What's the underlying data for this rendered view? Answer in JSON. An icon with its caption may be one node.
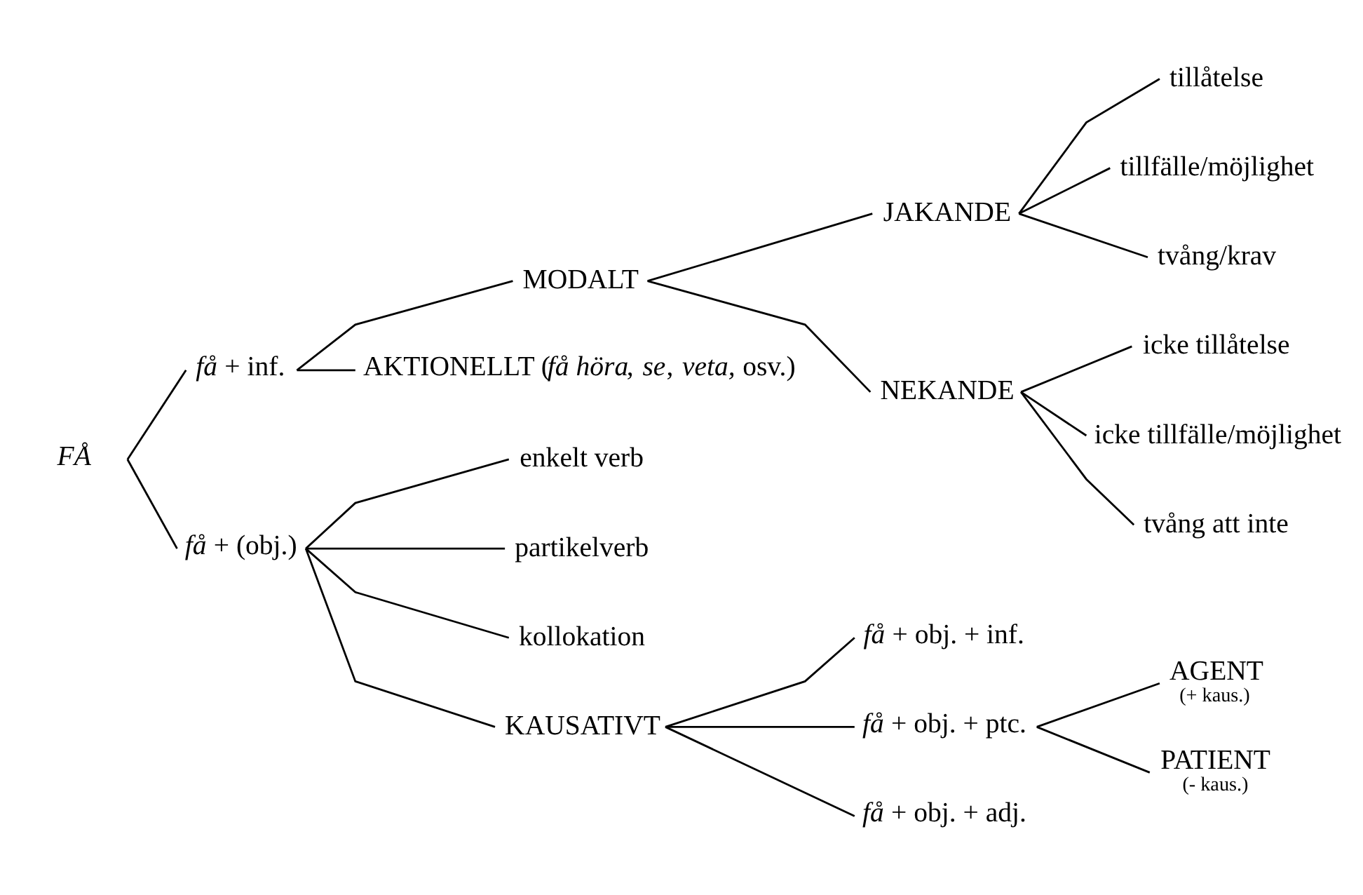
{
  "diagram": {
    "nodes": [
      {
        "text": [
          "FÅ"
        ]
      },
      {
        "text": [
          "*få* + inf."
        ]
      },
      {
        "text": [
          "MODALT"
        ]
      },
      {
        "text": [
          "JAKANDE"
        ]
      },
      {
        "text": [
          "tillåtelse"
        ]
      },
      {
        "text": [
          "tillfälle/möjlighet"
        ]
      },
      {
        "text": [
          "tvång/krav"
        ]
      },
      {
        "text": [
          "NEKANDE"
        ]
      },
      {
        "text": [
          "icke tillåtelse"
        ]
      },
      {
        "text": [
          "icke tillfälle/möjlighet"
        ]
      },
      {
        "text": [
          "tvång att inte"
        ]
      },
      {
        "text": [
          "AKTIONELLT (*få höra*, *se*, *veta,* osv.)"
        ]
      },
      {
        "text": [
          "*få* + (obj.)"
        ]
      },
      {
        "text": [
          "enkelt verb"
        ]
      },
      {
        "text": [
          "partikelverb"
        ]
      },
      {
        "text": [
          "kollokation"
        ]
      },
      {
        "text": [
          "KAUSATIVT"
        ]
      },
      {
        "text": [
          "*få* + obj. + inf."
        ]
      },
      {
        "text": [
          "*få* + obj. + ptc."
        ]
      },
      {
        "text": [
          "*få* + obj. + adj."
        ]
      },
      {
        "text": [
          "AGENT",
          "(+ kaus.)"
        ]
      },
      {
        "text": [
          "PATIENT",
          "(- kaus.)"
        ]
      }
    ],
    "edges": [
      {
        "from": 0,
        "to": 1,
        "arrow": "none"
      },
      {
        "from": 0,
        "to": 12,
        "arrow": "none"
      },
      {
        "from": 1,
        "to": 2,
        "arrow": "none"
      },
      {
        "from": 1,
        "to": 11,
        "arrow": "none"
      },
      {
        "from": 2,
        "to": 3,
        "arrow": "none"
      },
      {
        "from": 2,
        "to": 7,
        "arrow": "none"
      },
      {
        "from": 3,
        "to": 4,
        "arrow": "none"
      },
      {
        "from": 3,
        "to": 5,
        "arrow": "none"
      },
      {
        "from": 3,
        "to": 6,
        "arrow": "none"
      },
      {
        "from": 7,
        "to": 8,
        "arrow": "none"
      },
      {
        "from": 7,
        "to": 9,
        "arrow": "none"
      },
      {
        "from": 7,
        "to": 10,
        "arrow": "none"
      },
      {
        "from": 12,
        "to": 13,
        "arrow": "none"
      },
      {
        "from": 12,
        "to": 14,
        "arrow": "none"
      },
      {
        "from": 12,
        "to": 15,
        "arrow": "none"
      },
      {
        "from": 12,
        "to": 16,
        "arrow": "none"
      },
      {
        "from": 16,
        "to": 17,
        "arrow": "none"
      },
      {
        "from": 16,
        "to": 18,
        "arrow": "none"
      },
      {
        "from": 16,
        "to": 19,
        "arrow": "none"
      },
      {
        "from": 18,
        "to": 20,
        "arrow": "none"
      },
      {
        "from": 18,
        "to": 21,
        "arrow": "none"
      }
    ]
  }
}
